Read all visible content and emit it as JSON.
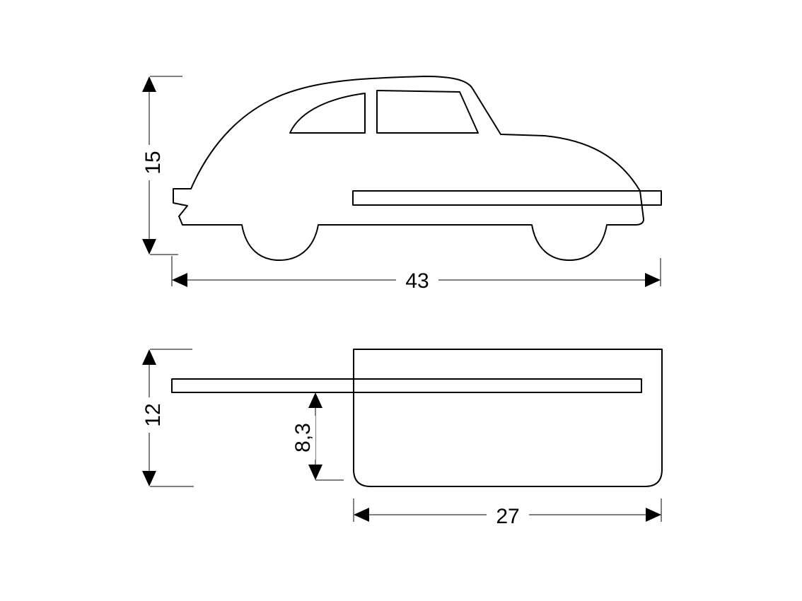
{
  "dimensions": {
    "side_height": "15",
    "side_length": "43",
    "front_height": "12",
    "shelf_height": "8,3",
    "shelf_width": "27"
  },
  "colors": {
    "line": "#000000",
    "background": "#ffffff"
  }
}
